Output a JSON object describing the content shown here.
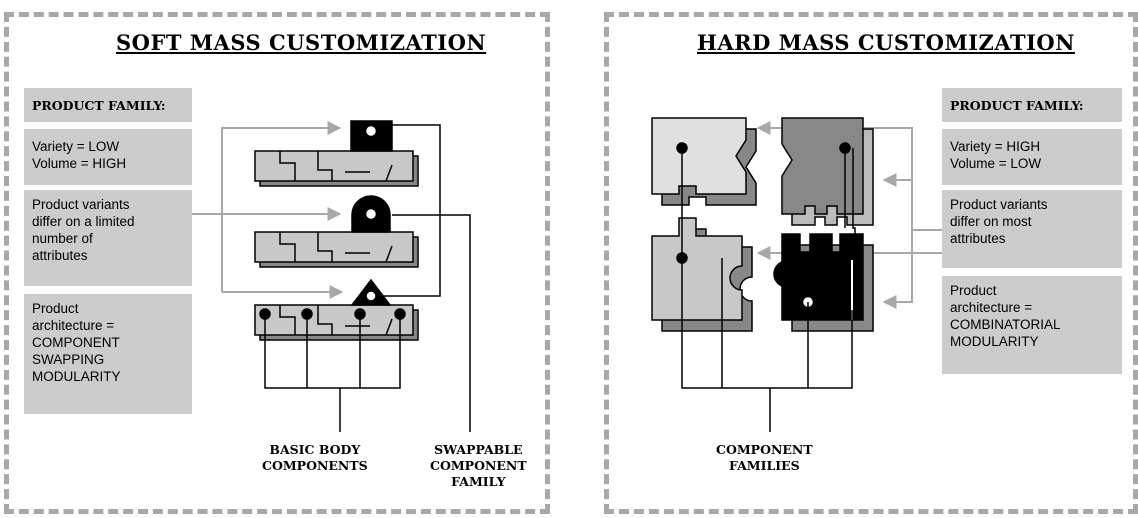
{
  "soft": {
    "title": "SOFT MASS CUSTOMIZATION",
    "family_heading": "PRODUCT FAMILY:",
    "variety": "Variety = LOW",
    "volume": "Volume = HIGH",
    "variants": [
      "Product variants",
      "differ on a limited",
      "number of",
      "attributes"
    ],
    "architecture": [
      "Product",
      "architecture =",
      "COMPONENT",
      "SWAPPING",
      "MODULARITY"
    ],
    "label_basic": [
      "BASIC BODY",
      "COMPONENTS"
    ],
    "label_swappable": [
      "SWAPPABLE",
      "COMPONENT",
      "FAMILY"
    ]
  },
  "hard": {
    "title": "HARD MASS CUSTOMIZATION",
    "family_heading": "PRODUCT FAMILY:",
    "variety": "Variety = HIGH",
    "volume": "Volume = LOW",
    "variants": [
      "Product variants",
      "differ on most",
      "attributes"
    ],
    "architecture": [
      "Product",
      "architecture =",
      "COMBINATORIAL",
      "MODULARITY"
    ],
    "label_families": [
      "COMPONENT",
      "FAMILIES"
    ]
  }
}
